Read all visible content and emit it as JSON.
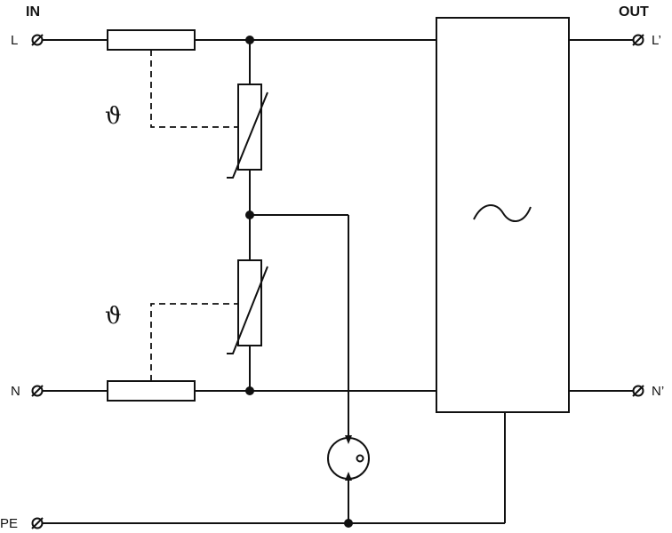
{
  "headers": {
    "input": "IN",
    "output": "OUT"
  },
  "terminals": {
    "l_in": "L",
    "n_in": "N",
    "pe": "PE",
    "l_out": "L’",
    "n_out": "N’"
  },
  "symbols": {
    "thermal_1": "ϑ",
    "thermal_2": "ϑ"
  },
  "filter_block": {
    "icon": "sine-wave-icon"
  }
}
